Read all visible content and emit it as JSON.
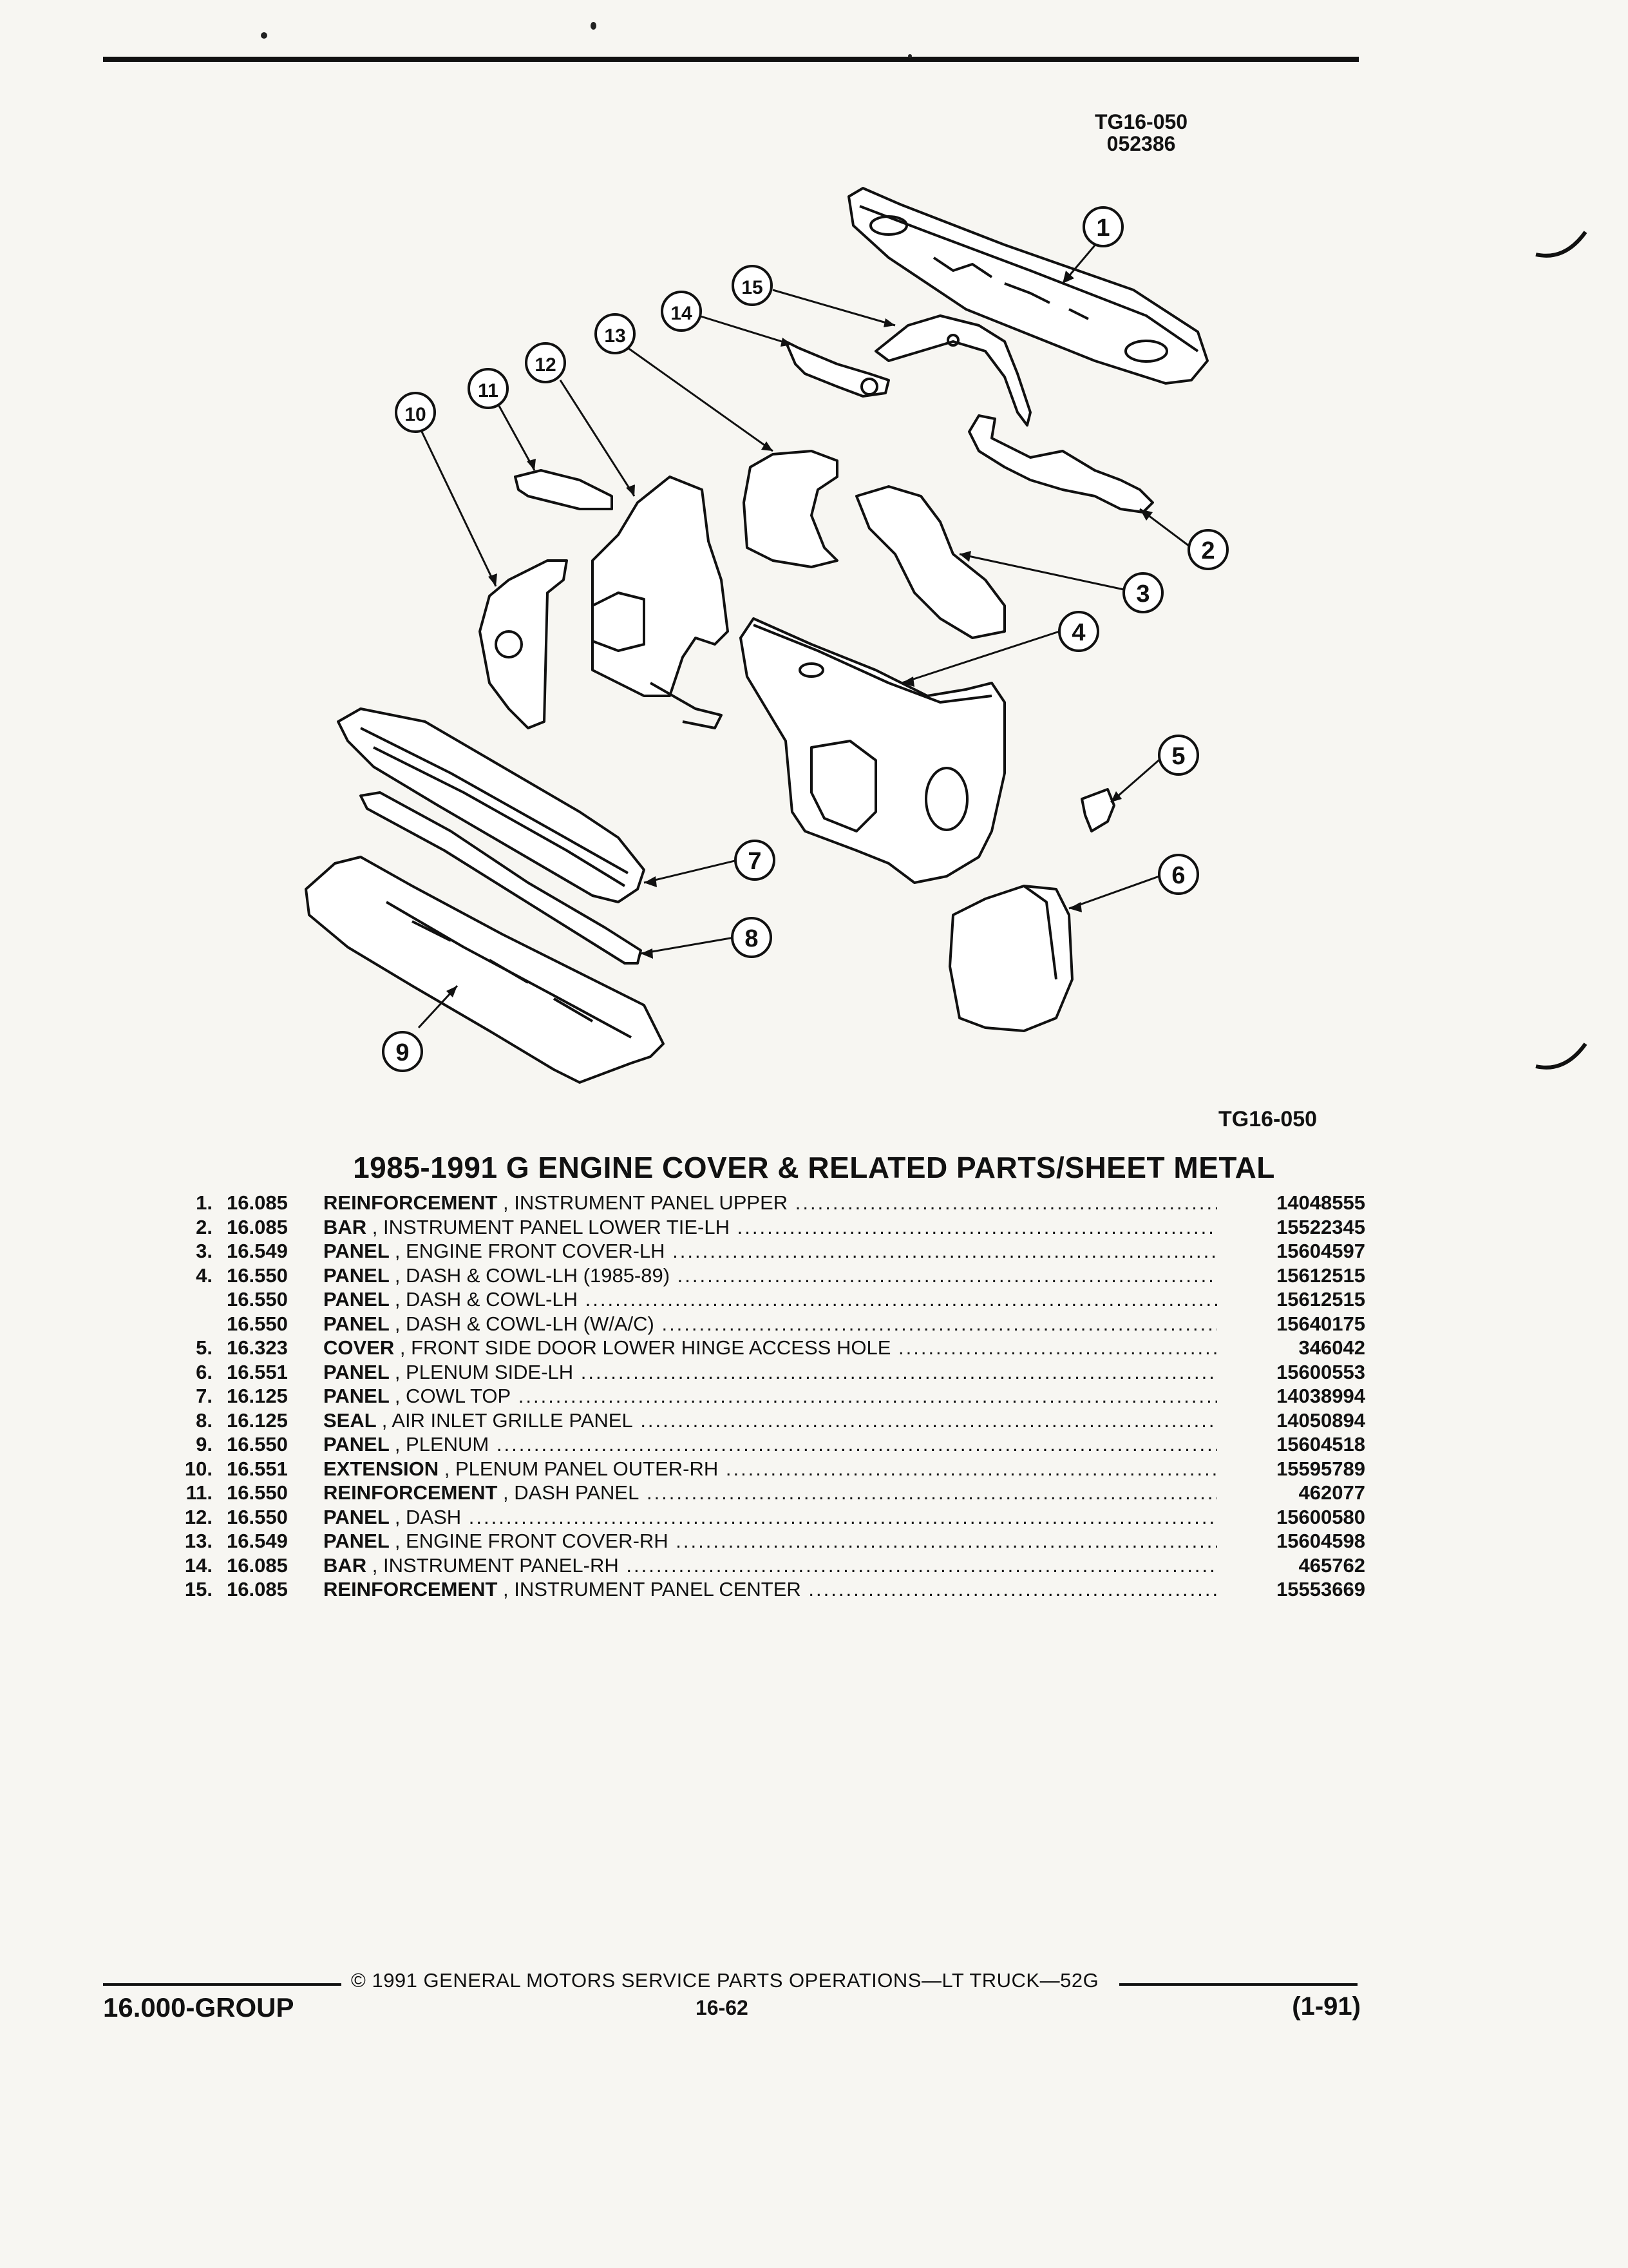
{
  "header": {
    "figure_id": "TG16-050",
    "figure_code": "052386"
  },
  "diagram": {
    "figure_label": "TG16-050",
    "callouts": [
      "1",
      "2",
      "3",
      "4",
      "5",
      "6",
      "7",
      "8",
      "9",
      "10",
      "11",
      "12",
      "13",
      "14",
      "15"
    ]
  },
  "title": "1985-1991 G ENGINE COVER & RELATED PARTS/SHEET METAL",
  "parts": [
    {
      "no": "1.",
      "group": "16.085",
      "name": "REINFORCEMENT",
      "detail": ", INSTRUMENT PANEL UPPER",
      "part": "14048555"
    },
    {
      "no": "2.",
      "group": "16.085",
      "name": "BAR",
      "detail": ", INSTRUMENT PANEL LOWER TIE-LH",
      "part": "15522345"
    },
    {
      "no": "3.",
      "group": "16.549",
      "name": "PANEL",
      "detail": ", ENGINE FRONT COVER-LH",
      "part": "15604597"
    },
    {
      "no": "4.",
      "group": "16.550",
      "name": "PANEL",
      "detail": ", DASH & COWL-LH (1985-89)",
      "part": "15612515"
    },
    {
      "no": "",
      "group": "16.550",
      "name": "PANEL",
      "detail": ", DASH & COWL-LH",
      "part": "15612515"
    },
    {
      "no": "",
      "group": "16.550",
      "name": "PANEL",
      "detail": ", DASH & COWL-LH (W/A/C)",
      "part": "15640175"
    },
    {
      "no": "5.",
      "group": "16.323",
      "name": "COVER",
      "detail": ", FRONT SIDE DOOR LOWER HINGE ACCESS HOLE",
      "part": "346042"
    },
    {
      "no": "6.",
      "group": "16.551",
      "name": "PANEL",
      "detail": ", PLENUM SIDE-LH",
      "part": "15600553"
    },
    {
      "no": "7.",
      "group": "16.125",
      "name": "PANEL",
      "detail": ", COWL TOP",
      "part": "14038994"
    },
    {
      "no": "8.",
      "group": "16.125",
      "name": "SEAL",
      "detail": ", AIR INLET GRILLE PANEL",
      "part": "14050894"
    },
    {
      "no": "9.",
      "group": "16.550",
      "name": "PANEL",
      "detail": ", PLENUM",
      "part": "15604518"
    },
    {
      "no": "10.",
      "group": "16.551",
      "name": "EXTENSION",
      "detail": ", PLENUM PANEL OUTER-RH",
      "part": "15595789"
    },
    {
      "no": "11.",
      "group": "16.550",
      "name": "REINFORCEMENT",
      "detail": ", DASH PANEL",
      "part": "462077"
    },
    {
      "no": "12.",
      "group": "16.550",
      "name": "PANEL",
      "detail": ", DASH",
      "part": "15600580"
    },
    {
      "no": "13.",
      "group": "16.549",
      "name": "PANEL",
      "detail": ", ENGINE FRONT COVER-RH",
      "part": "15604598"
    },
    {
      "no": "14.",
      "group": "16.085",
      "name": "BAR",
      "detail": ", INSTRUMENT PANEL-RH",
      "part": "465762"
    },
    {
      "no": "15.",
      "group": "16.085",
      "name": "REINFORCEMENT",
      "detail": ", INSTRUMENT PANEL CENTER",
      "part": "15553669"
    }
  ],
  "footer": {
    "copyright": "© 1991 GENERAL MOTORS SERVICE PARTS OPERATIONS—LT TRUCK—52G",
    "group": "16.000-GROUP",
    "page": "16-62",
    "date_code": "(1-91)"
  }
}
